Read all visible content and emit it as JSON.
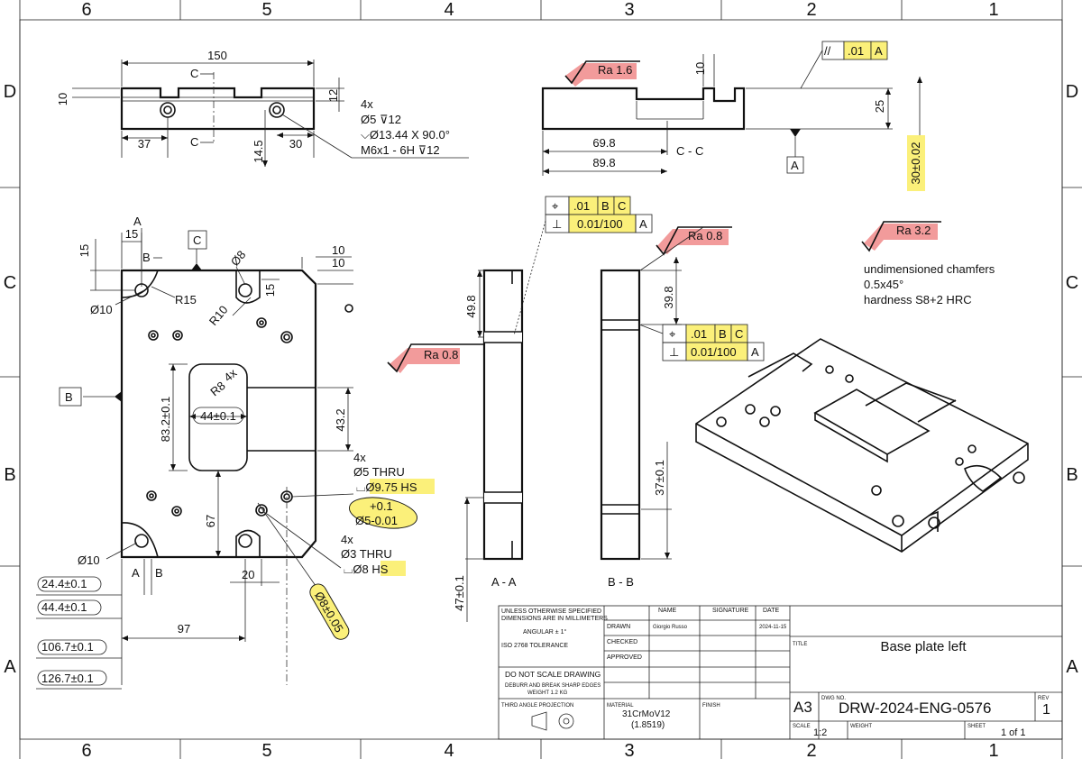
{
  "border": {
    "top_cols": [
      "6",
      "5",
      "4",
      "3",
      "2",
      "1"
    ],
    "bottom_cols": [
      "6",
      "5",
      "4",
      "3",
      "2",
      "1"
    ],
    "left_rows": [
      "D",
      "C",
      "B",
      "A"
    ],
    "right_rows": [
      "D",
      "C",
      "B",
      "A"
    ]
  },
  "top_view": {
    "dims": [
      "150",
      "10",
      "12",
      "37",
      "30",
      "14.5"
    ],
    "section_marks": [
      "C",
      "C"
    ],
    "hole_callout": [
      "4x",
      "Ø5 ⊽12",
      "⌵Ø13.44 X 90.0°",
      "M6x1 - 6H ⊽12"
    ]
  },
  "section_cc": {
    "ra": "Ra 1.6",
    "dims": [
      "10",
      "25",
      "69.8",
      "89.8",
      "30±0.02"
    ],
    "label": "C - C",
    "datum": "A",
    "fcf": [
      "//",
      ".01",
      "A"
    ]
  },
  "front_view": {
    "dims": [
      "15",
      "15",
      "10",
      "10",
      "15",
      "Ø10",
      "R15",
      "R10",
      "Ø8",
      "49.8",
      "83.2±0.1",
      "44±0.1",
      "43.2",
      "67",
      "97",
      "20",
      "Ø10"
    ],
    "datum_c": "C",
    "datum_b": "B",
    "section_marks": [
      "A",
      "B",
      "A",
      "B"
    ],
    "slot_note": [
      "4x",
      "R8"
    ],
    "hole_note_1": [
      "4x",
      "Ø5 THRU",
      "⌴Ø9.75 HS"
    ],
    "hole_note_2": [
      "4x",
      "Ø3 THRU",
      "⌴Ø8 HS"
    ],
    "tol_oval": [
      "+0.1",
      "Ø5-0.01"
    ],
    "diag_dim": "Ø8±0.05",
    "ordinate_dims": [
      "24.4±0.1",
      "44.4±0.1",
      "106.7±0.1",
      "126.7±0.1"
    ]
  },
  "section_aa": {
    "ra": "Ra 0.8",
    "fcf_row1": [
      "⌖",
      ".01",
      "B",
      "C"
    ],
    "fcf_row2": [
      "⊥",
      "0.01/100",
      "A"
    ],
    "dims": [
      "47±0.1"
    ],
    "label": "A - A"
  },
  "section_bb": {
    "ra": "Ra 0.8",
    "fcf_row1": [
      "⌖",
      ".01",
      "B",
      "C"
    ],
    "fcf_row2": [
      "⊥",
      "0.01/100",
      "A"
    ],
    "dims": [
      "39.8",
      "37±0.1"
    ],
    "label": "B - B"
  },
  "general": {
    "ra": "Ra 3.2",
    "notes": [
      "undimensioned chamfers",
      "0.5x45°",
      "hardness S8+2 HRC"
    ]
  },
  "title_block": {
    "left_top": [
      "UNLESS OTHERWISE SPECIFIED",
      "DIMENSIONS ARE IN MILLIMETERS",
      "ANGULAR ± 1°",
      "ISO 2768 TOLERANCE"
    ],
    "col_heads": [
      "NAME",
      "SIGNATURE",
      "DATE"
    ],
    "rows": [
      "DRAWN",
      "CHECKED",
      "APPROVED"
    ],
    "drawn_name": "Giorgio Russo",
    "drawn_date": "2024-11-15",
    "do_not_scale": "DO NOT SCALE DRAWING",
    "deburr": [
      "DEBURR AND BREAK SHARP EDGES",
      "WEIGHT 1.2 KG"
    ],
    "proj_label": "THIRD ANGLE PROJECTION",
    "material_head": "MATERIAL",
    "material": [
      "31CrMoV12",
      "(1.8519)"
    ],
    "finish_head": "FINISH",
    "title_head": "TITLE",
    "title": "Base plate left",
    "size": "A3",
    "dwg_head": "DWG NO.",
    "dwg_no": "DRW-2024-ENG-0576",
    "rev_head": "REV",
    "rev": "1",
    "scale_head": "SCALE",
    "scale": "1:2",
    "weight_head": "WEIGHT",
    "sheet_head": "SHEET",
    "sheet": "1 of 1"
  },
  "colors": {
    "highlight": "#fbf07a",
    "ra_mark": "#f08a8a",
    "line": "#111111"
  }
}
